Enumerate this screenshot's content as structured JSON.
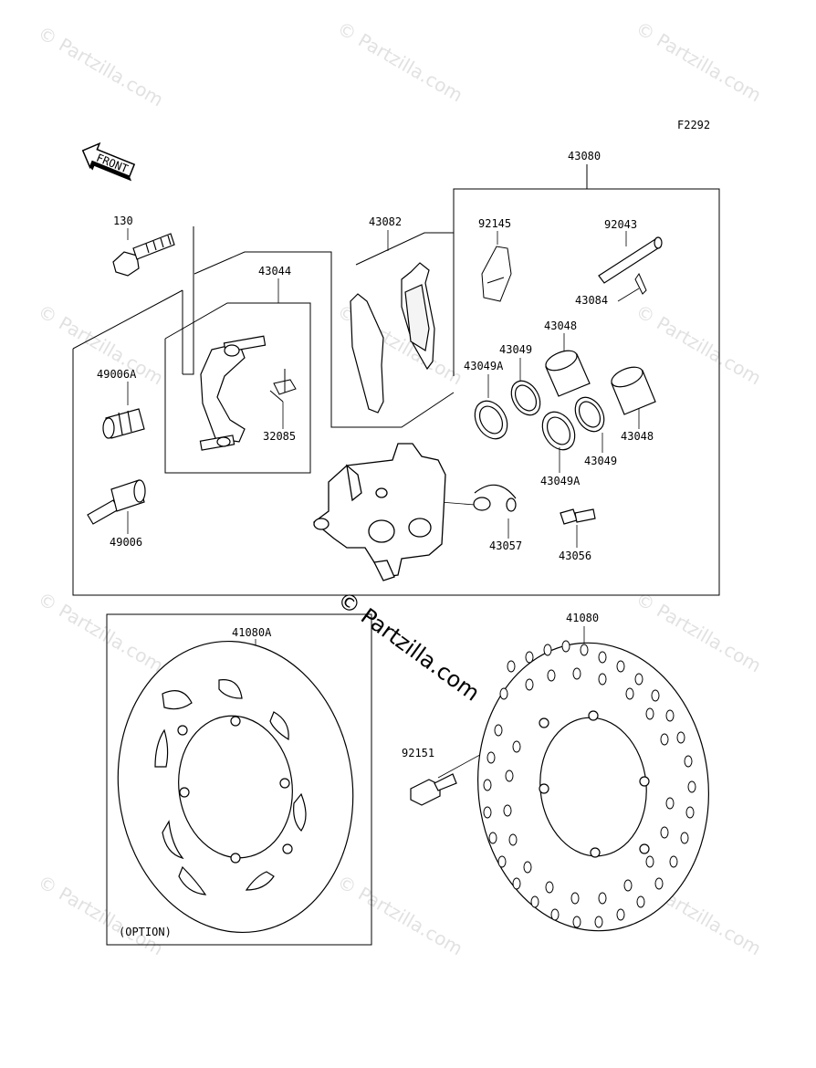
{
  "figure_code": "F2292",
  "front_arrow": "FRONT",
  "option_note": "(OPTION)",
  "watermark": "© Partzilla.com",
  "watermark_center": "© Partzilla.com",
  "labels": {
    "p43080": "43080",
    "p130": "130",
    "p43082": "43082",
    "p92145": "92145",
    "p92043": "92043",
    "p43044": "43044",
    "p43084": "43084",
    "p43048a": "43048",
    "p43049a": "43049",
    "p43049Aa": "43049A",
    "p49006A": "49006A",
    "p43048b": "43048",
    "p32085": "32085",
    "p43049b": "43049",
    "p43049Ab": "43049A",
    "p49006": "49006",
    "p43057": "43057",
    "p43056": "43056",
    "p41080A": "41080A",
    "p41080": "41080",
    "p92151": "92151"
  }
}
